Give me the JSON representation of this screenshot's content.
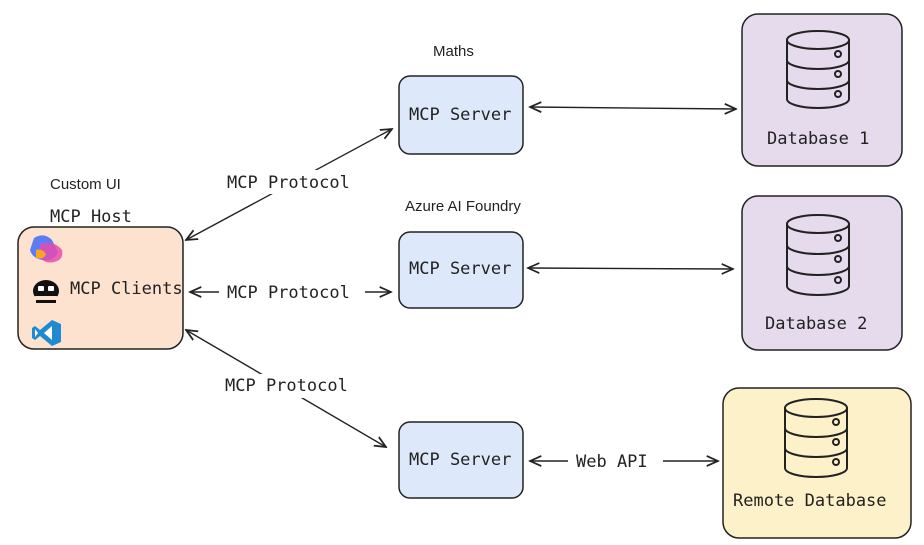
{
  "host": {
    "caption": "Custom UI",
    "title": "MCP Host",
    "clients_label": "MCP Clients",
    "icons": [
      "copilot-icon",
      "github-copilot-icon",
      "vscode-icon"
    ],
    "fill": "#fde3cf"
  },
  "servers": [
    {
      "caption": "Maths",
      "label": "MCP Server"
    },
    {
      "caption": "Azure AI Foundry",
      "label": "MCP Server"
    },
    {
      "caption": "",
      "label": "MCP Server"
    }
  ],
  "protocol_labels": [
    "MCP Protocol",
    "MCP Protocol",
    "MCP Protocol"
  ],
  "web_api_label": "Web API",
  "databases": [
    {
      "label": "Database 1"
    },
    {
      "label": "Database 2"
    },
    {
      "label": "Remote Database"
    }
  ],
  "colors": {
    "server_fill": "#dde8fa",
    "db_fill": "#e6dbed",
    "remote_db_fill": "#fcf1c8",
    "stroke": "#222222"
  }
}
